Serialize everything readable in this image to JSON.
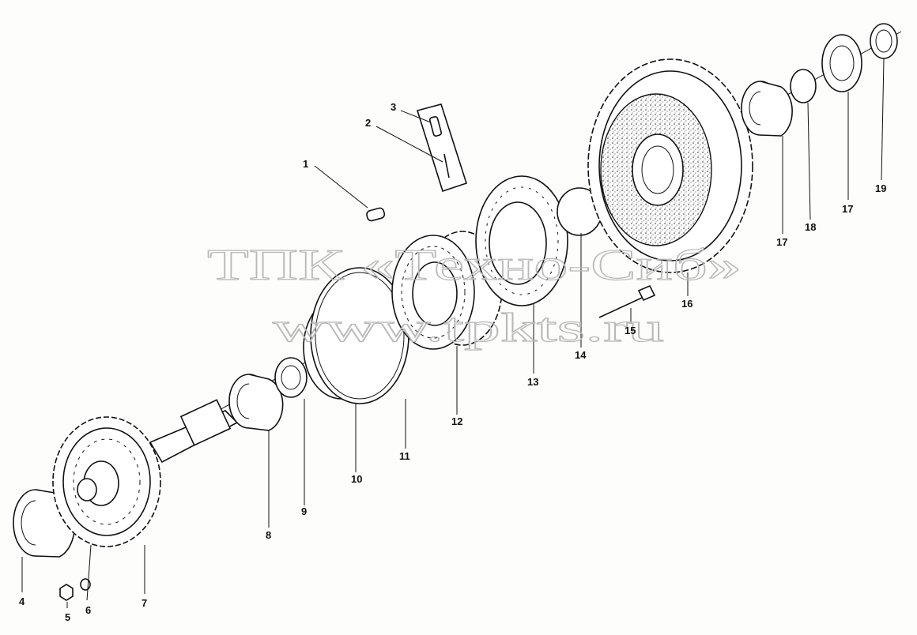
{
  "watermark": {
    "line1": "ТПК «Техно-Сиб»",
    "line2": "www.tpkts.ru"
  },
  "callouts": [
    "1",
    "2",
    "3",
    "4",
    "5",
    "6",
    "7",
    "8",
    "9",
    "10",
    "11",
    "12",
    "13",
    "14",
    "15",
    "16",
    "17",
    "17",
    "18",
    "19"
  ],
  "colors": {
    "ink": "#111111",
    "watermark": "#b8b8b8",
    "background": "#fdfdfc"
  }
}
